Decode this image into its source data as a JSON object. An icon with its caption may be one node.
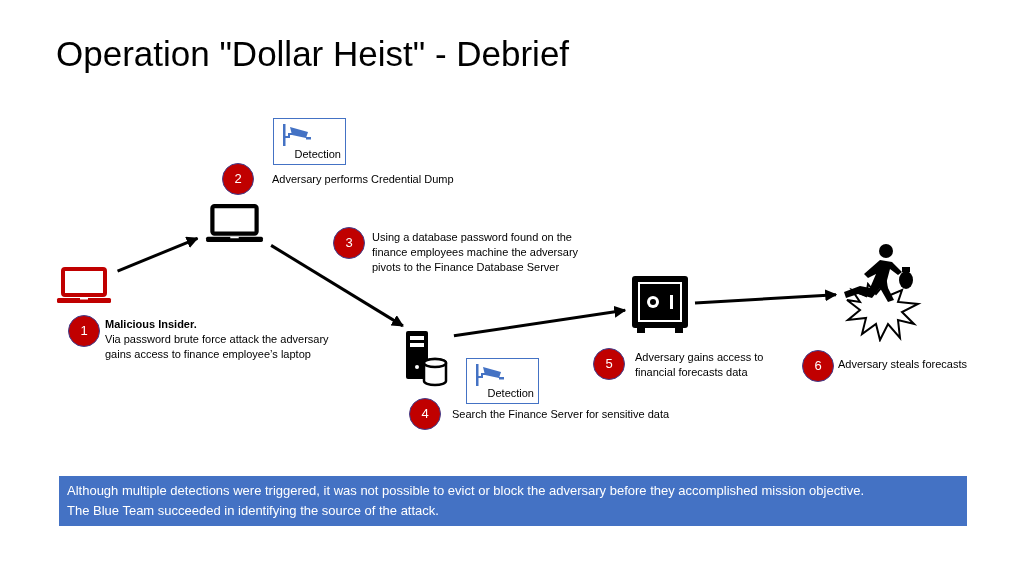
{
  "diagram": {
    "title": "Operation \"Dollar Heist\" - Debrief",
    "nodes": [
      {
        "text": [],
        "shape": "laptop"
      },
      {
        "text": [],
        "shape": "laptop"
      },
      {
        "text": [],
        "shape": "server"
      },
      {
        "text": [],
        "shape": "safe"
      },
      {
        "text": [],
        "shape": "person"
      },
      {
        "text": [
          "1"
        ]
      },
      {
        "text": [
          "2"
        ]
      },
      {
        "text": [
          "3"
        ]
      },
      {
        "text": [
          "4"
        ]
      },
      {
        "text": [
          "5"
        ]
      },
      {
        "text": [
          "6"
        ]
      },
      {
        "text": [
          "Detection"
        ]
      },
      {
        "text": [
          "Detection"
        ]
      },
      {
        "text": [
          "Although multiple detections were triggered, it was not possible to evict or block the adversary before they accomplished mission objective.",
          "The Blue Team succeeded in identifying the source of the attack."
        ]
      }
    ],
    "edges": [
      {
        "from": 0,
        "to": 1,
        "arrow": "to"
      },
      {
        "from": 1,
        "to": 2,
        "arrow": "to"
      },
      {
        "from": 2,
        "to": 3,
        "arrow": "to"
      },
      {
        "from": 3,
        "to": 4,
        "arrow": "to"
      }
    ],
    "labels": [
      "Adversary performs Credential Dump",
      "Using a database password found on the finance employees machine the adversary pivots to the Finance Database Server",
      "Malicious Insider.",
      "Via password brute force attack the adversary gains access to finance employee’s laptop",
      "Adversary gains access to financial forecasts data",
      "Adversary steals forecasts",
      "Search the Finance Server for sensitive data"
    ]
  }
}
